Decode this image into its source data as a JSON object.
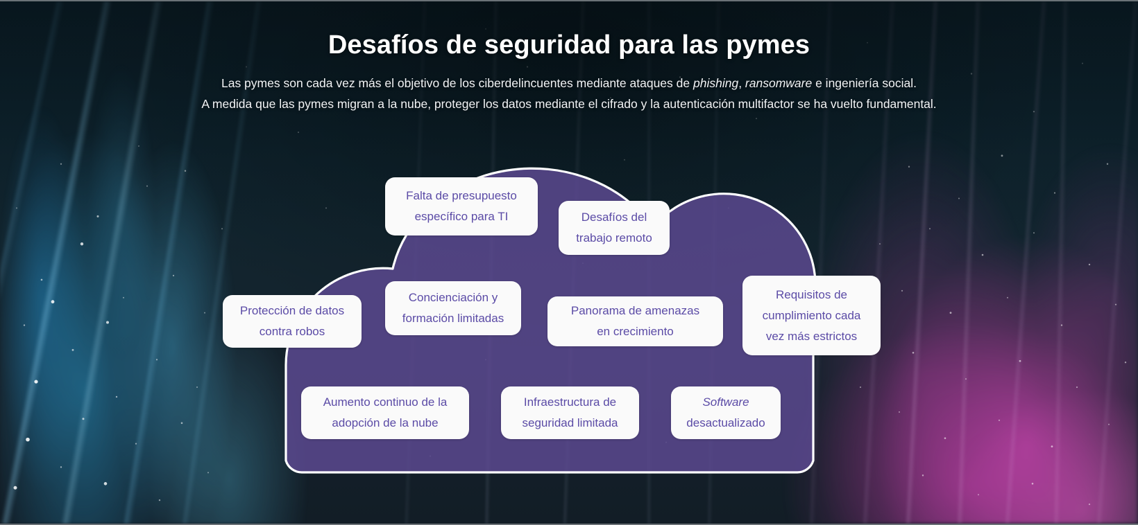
{
  "header": {
    "title": "Desafíos de seguridad para las pymes",
    "subtitle_line1_part1": "Las pymes son cada vez más el objetivo de los ciberdelincuentes mediante ataques de ",
    "subtitle_line1_em1": "phishing",
    "subtitle_line1_part2": ", ",
    "subtitle_line1_em2": "ransomware",
    "subtitle_line1_part3": " e ingeniería social.",
    "subtitle_line2": "A medida que las pymes migran a la nube, proteger los datos mediante el cifrado y la autenticación multifactor se ha vuelto fundamental."
  },
  "diagram": {
    "shape": "cloud",
    "cards": [
      {
        "id": "budget",
        "line1": "Falta de presupuesto",
        "line2": "específico para TI"
      },
      {
        "id": "remote",
        "line1": "Desafíos del",
        "line2": "trabajo remoto"
      },
      {
        "id": "data",
        "line1": "Protección de datos",
        "line2": "contra robos"
      },
      {
        "id": "training",
        "line1": "Concienciación y",
        "line2": "formación limitadas"
      },
      {
        "id": "threat",
        "line1": "Panorama de amenazas",
        "line2": "en crecimiento"
      },
      {
        "id": "compliance",
        "line1": "Requisitos de",
        "line2": "cumplimiento cada",
        "line3": "vez más estrictos"
      },
      {
        "id": "adoption",
        "line1": "Aumento continuo de la",
        "line2": "adopción de la nube"
      },
      {
        "id": "infra",
        "line1": "Infraestructura de",
        "line2": "seguridad limitada"
      },
      {
        "id": "software",
        "line1_em": "Software",
        "line2": "desactualizado"
      }
    ]
  },
  "colors": {
    "title_text": "#ffffff",
    "subtitle_text": "#f2f4f6",
    "card_background": "#fafafa",
    "card_text": "#5b4ba6",
    "cloud_fill": "#5e4a94",
    "cloud_outline": "#ffffff",
    "background_dark": "#0c2029",
    "aurora_teal": "#2a96c8",
    "aurora_magenta": "#d746b9"
  }
}
